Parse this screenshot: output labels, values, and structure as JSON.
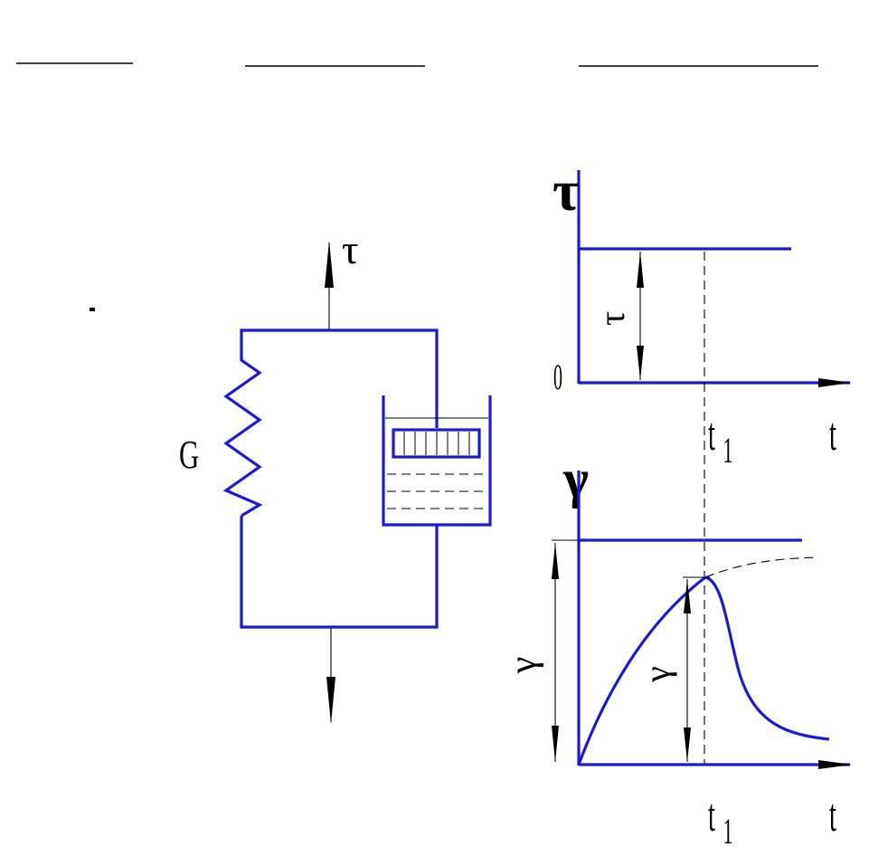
{
  "diagram": {
    "model": {
      "stress_label": "τ",
      "modulus_label": "G"
    },
    "stress_graph": {
      "y_axis_label": "τ",
      "origin_label": "0",
      "stress_level_label": "τ",
      "x_axis_label": "t",
      "time_mark_label": "t",
      "time_mark_subscript": "1"
    },
    "strain_graph": {
      "y_axis_label": "γ",
      "full_strain_label": "γ",
      "strain_at_t1_label": "γ",
      "x_axis_label": "t",
      "time_mark_label": "t",
      "time_mark_subscript": "1"
    },
    "colors": {
      "lines": "#1a1adb",
      "annotations": "#000000"
    }
  }
}
